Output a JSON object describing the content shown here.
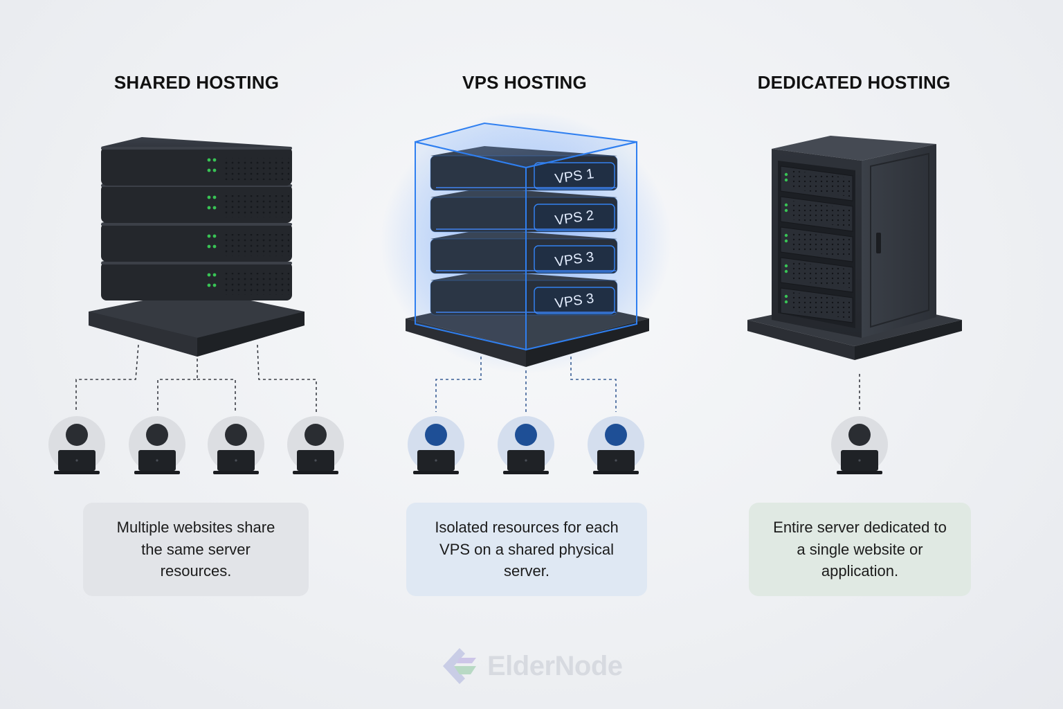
{
  "columns": [
    {
      "title": "SHARED HOSTING",
      "description": "Multiple websites share the same server resources."
    },
    {
      "title": "VPS HOSTING",
      "description": "Isolated resources for each VPS on a shared physical server."
    },
    {
      "title": "DEDICATED HOSTING",
      "description": "Entire server dedicated to a single website or application."
    }
  ],
  "vps_labels": [
    "VPS 1",
    "VPS 2",
    "VPS 3",
    "VPS 3"
  ],
  "brand": {
    "name": "ElderNode"
  },
  "colors": {
    "server": "#2b2f36",
    "led": "#38c455",
    "vps_glow": "#2f7ff0",
    "user_blue": "#1e4f96"
  }
}
